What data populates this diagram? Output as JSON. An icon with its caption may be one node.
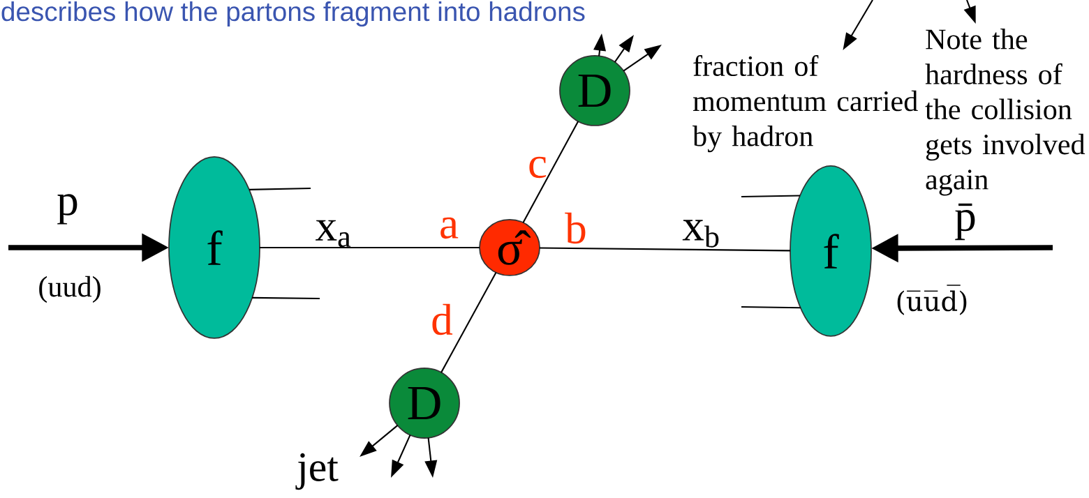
{
  "diagram": {
    "nodes": [
      {
        "text": [
          "f"
        ]
      },
      {
        "text": [
          "σ̂"
        ]
      },
      {
        "text": [
          "f"
        ]
      },
      {
        "text": [
          "D"
        ]
      },
      {
        "text": [
          "D"
        ]
      },
      {
        "text": [
          "fraction of momentum carried by hadron"
        ]
      },
      {
        "text": [
          "Note the hardness of the collision gets involved again"
        ]
      }
    ],
    "edges": [
      {
        "from": null,
        "to": 0,
        "arrow": "to",
        "style": "thick"
      },
      {
        "from": null,
        "to": 2,
        "arrow": "to",
        "style": "thick"
      },
      {
        "from": 0,
        "to": null,
        "arrow": "none"
      },
      {
        "from": 0,
        "to": null,
        "arrow": "none"
      },
      {
        "from": 0,
        "to": 1,
        "arrow": "none"
      },
      {
        "from": 1,
        "to": 2,
        "arrow": "none"
      },
      {
        "from": 2,
        "to": null,
        "arrow": "none"
      },
      {
        "from": 2,
        "to": null,
        "arrow": "none"
      },
      {
        "from": 1,
        "to": 3,
        "arrow": "none"
      },
      {
        "from": 1,
        "to": 4,
        "arrow": "none"
      },
      {
        "from": 3,
        "to": null,
        "arrow": "to"
      },
      {
        "from": 3,
        "to": null,
        "arrow": "to"
      },
      {
        "from": 3,
        "to": null,
        "arrow": "to"
      },
      {
        "from": 4,
        "to": null,
        "arrow": "to"
      },
      {
        "from": 4,
        "to": null,
        "arrow": "to"
      },
      {
        "from": 4,
        "to": null,
        "arrow": "to"
      },
      {
        "from": null,
        "to": 5,
        "arrow": "to"
      },
      {
        "from": null,
        "to": 6,
        "arrow": "to"
      }
    ],
    "labels": [
      "describes how the partons fragment into hadrons",
      "p",
      "(uud)",
      "x$_{a}$",
      "a",
      "c",
      "b",
      "x$_{b}$",
      "p̄",
      "(u̅u̅d̅)",
      "d",
      "jet"
    ]
  }
}
